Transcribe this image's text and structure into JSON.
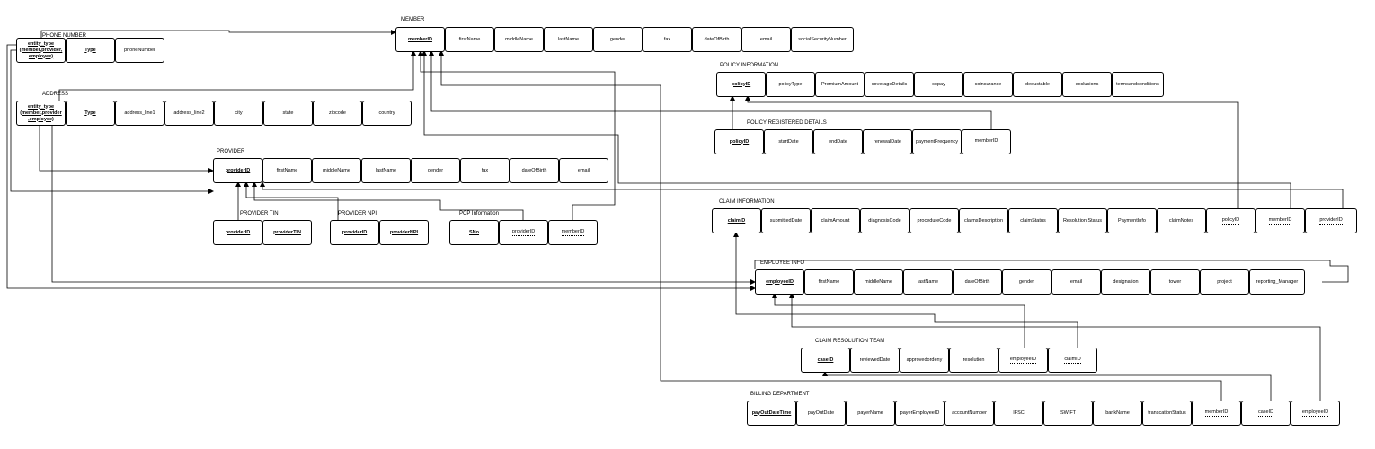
{
  "tables": [
    {
      "id": "phone",
      "title": "PHONE NUMBER",
      "fields": [
        {
          "name": "entity_type (member,provider, employee)",
          "key": "pk"
        },
        {
          "name": "Type",
          "key": "pk"
        },
        {
          "name": "phoneNumber",
          "key": ""
        }
      ]
    },
    {
      "id": "member",
      "title": "MEMBER",
      "fields": [
        {
          "name": "memberID",
          "key": "pk"
        },
        {
          "name": "firstName",
          "key": ""
        },
        {
          "name": "middleName",
          "key": ""
        },
        {
          "name": "lastName",
          "key": ""
        },
        {
          "name": "gender",
          "key": ""
        },
        {
          "name": "fax",
          "key": ""
        },
        {
          "name": "dateOfBirth",
          "key": ""
        },
        {
          "name": "email",
          "key": ""
        },
        {
          "name": "socialSecurityNumber",
          "key": ""
        }
      ]
    },
    {
      "id": "address",
      "title": "ADDRESS",
      "fields": [
        {
          "name": "entity_type (member,provider ,employee)",
          "key": "pk"
        },
        {
          "name": "Type",
          "key": "pk"
        },
        {
          "name": "address_line1",
          "key": ""
        },
        {
          "name": "address_line2",
          "key": ""
        },
        {
          "name": "city",
          "key": ""
        },
        {
          "name": "state",
          "key": ""
        },
        {
          "name": "zipcode",
          "key": ""
        },
        {
          "name": "country",
          "key": ""
        }
      ]
    },
    {
      "id": "policy",
      "title": "POLICY INFORMATION",
      "fields": [
        {
          "name": "policyID",
          "key": "pk"
        },
        {
          "name": "policyType",
          "key": ""
        },
        {
          "name": "PremiumAmount",
          "key": ""
        },
        {
          "name": "coverageDetails",
          "key": ""
        },
        {
          "name": "copay",
          "key": ""
        },
        {
          "name": "coinsurance",
          "key": ""
        },
        {
          "name": "deductable",
          "key": ""
        },
        {
          "name": "exclusions",
          "key": ""
        },
        {
          "name": "termsandconditions",
          "key": ""
        }
      ]
    },
    {
      "id": "polreg",
      "title": "POLICY REGISTERED DETAILS",
      "fields": [
        {
          "name": "policyID",
          "key": "pk"
        },
        {
          "name": "startDate",
          "key": ""
        },
        {
          "name": "endDate",
          "key": ""
        },
        {
          "name": "renewalDate",
          "key": ""
        },
        {
          "name": "paymentFrequency",
          "key": ""
        },
        {
          "name": "memberID",
          "key": "fk"
        }
      ]
    },
    {
      "id": "provider",
      "title": "PROVIDER",
      "fields": [
        {
          "name": "providerID",
          "key": "pk"
        },
        {
          "name": "firstName",
          "key": ""
        },
        {
          "name": "middleName",
          "key": ""
        },
        {
          "name": "lastName",
          "key": ""
        },
        {
          "name": "gender",
          "key": ""
        },
        {
          "name": "fax",
          "key": ""
        },
        {
          "name": "dateOfBirth",
          "key": ""
        },
        {
          "name": "email",
          "key": ""
        }
      ]
    },
    {
      "id": "tin",
      "title": "PROVIDER TIN",
      "fields": [
        {
          "name": "providerID",
          "key": "pk"
        },
        {
          "name": "providerTIN",
          "key": "pk"
        }
      ]
    },
    {
      "id": "npi",
      "title": "PROVIDER NPI",
      "fields": [
        {
          "name": "providerID",
          "key": "pk"
        },
        {
          "name": "providerNPI",
          "key": "pk"
        }
      ]
    },
    {
      "id": "pcp",
      "title": "PCP Information",
      "fields": [
        {
          "name": "SNo",
          "key": "pk"
        },
        {
          "name": "providerID",
          "key": "fk"
        },
        {
          "name": "memberID",
          "key": "fk"
        }
      ]
    },
    {
      "id": "claim",
      "title": "CLAIM INFORMATION",
      "fields": [
        {
          "name": "claimID",
          "key": "pk"
        },
        {
          "name": "submittedDate",
          "key": ""
        },
        {
          "name": "claimAmount",
          "key": ""
        },
        {
          "name": "diagnosisCode",
          "key": ""
        },
        {
          "name": "procedureCode",
          "key": ""
        },
        {
          "name": "claimsDescription",
          "key": ""
        },
        {
          "name": "claimStatus",
          "key": ""
        },
        {
          "name": "Resolution Status",
          "key": ""
        },
        {
          "name": "PaymentInfo",
          "key": ""
        },
        {
          "name": "claimNotes",
          "key": ""
        },
        {
          "name": "policyID",
          "key": "fk"
        },
        {
          "name": "memberID",
          "key": "fk"
        },
        {
          "name": "providerID",
          "key": "fk"
        }
      ]
    },
    {
      "id": "employee",
      "title": "EMPLOYEE INFO",
      "fields": [
        {
          "name": "employeeID",
          "key": "pk"
        },
        {
          "name": "firstName",
          "key": ""
        },
        {
          "name": "middleName",
          "key": ""
        },
        {
          "name": "lastName",
          "key": ""
        },
        {
          "name": "dateOfBirth",
          "key": ""
        },
        {
          "name": "gender",
          "key": ""
        },
        {
          "name": "email",
          "key": ""
        },
        {
          "name": "designation",
          "key": ""
        },
        {
          "name": "tower",
          "key": ""
        },
        {
          "name": "project",
          "key": ""
        },
        {
          "name": "reporting_Manager",
          "key": ""
        }
      ]
    },
    {
      "id": "crt",
      "title": "CLAIM RESOLUTION TEAM",
      "fields": [
        {
          "name": "caseID",
          "key": "pk"
        },
        {
          "name": "reviewedDate",
          "key": ""
        },
        {
          "name": "approvedordeny",
          "key": ""
        },
        {
          "name": "resolution",
          "key": ""
        },
        {
          "name": "employeeID",
          "key": "fk"
        },
        {
          "name": "claimID",
          "key": "fk"
        }
      ]
    },
    {
      "id": "billing",
      "title": "BILLING DEPARTMENT",
      "fields": [
        {
          "name": "payOutDateTime",
          "key": "pk"
        },
        {
          "name": "payOutDate",
          "key": ""
        },
        {
          "name": "payerName",
          "key": ""
        },
        {
          "name": "payerEmployeeID",
          "key": ""
        },
        {
          "name": "accountNumber",
          "key": ""
        },
        {
          "name": "IFSC",
          "key": ""
        },
        {
          "name": "SWIFT",
          "key": ""
        },
        {
          "name": "bankName",
          "key": ""
        },
        {
          "name": "transcationStatus",
          "key": ""
        },
        {
          "name": "memberID",
          "key": "fk"
        },
        {
          "name": "caseID",
          "key": "fk"
        },
        {
          "name": "employeeID",
          "key": "fk"
        }
      ]
    }
  ],
  "colors": {
    "line": "#000000",
    "background": "#ffffff"
  }
}
